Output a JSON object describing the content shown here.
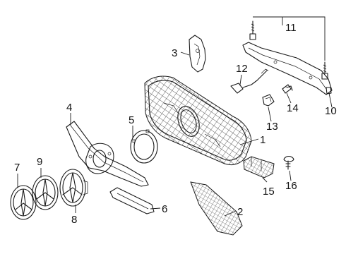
{
  "diagram": {
    "callouts": {
      "c1": "1",
      "c2": "2",
      "c3": "3",
      "c4": "4",
      "c5": "5",
      "c6": "6",
      "c7": "7",
      "c8": "8",
      "c9": "9",
      "c10": "10",
      "c11": "11",
      "c12": "12",
      "c13": "13",
      "c14": "14",
      "c15": "15",
      "c16": "16"
    },
    "colors": {
      "line": "#1a1a1a",
      "background": "#ffffff"
    }
  }
}
